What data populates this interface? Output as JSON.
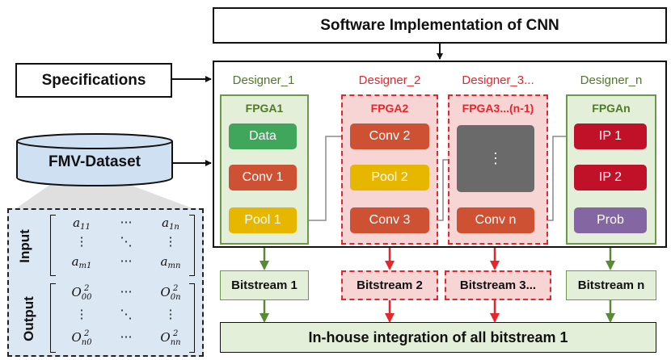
{
  "title": "Software Implementation of CNN",
  "specifications": "Specifications",
  "dataset": "FMV-Dataset",
  "designers": [
    "Designer_1",
    "Designer_2",
    "Designer_3...",
    "Designer_n"
  ],
  "fpgas": [
    {
      "title": "FPGA1",
      "blocks": [
        "Data",
        "Conv 1",
        "Pool 1"
      ]
    },
    {
      "title": "FPGA2",
      "blocks": [
        "Conv 2",
        "Pool 2",
        "Conv 3"
      ]
    },
    {
      "title": "FPGA3...(n-1)",
      "blocks": [
        "⋮",
        "Conv n"
      ]
    },
    {
      "title": "FPGAn",
      "blocks": [
        "IP 1",
        "IP 2",
        "Prob"
      ]
    }
  ],
  "bitstreams": [
    "Bitstream 1",
    "Bitstream 2",
    "Bitstream 3...",
    "Bitstream n"
  ],
  "integration": "In-house integration of all bitstream 1",
  "legend": {
    "input_label": "Input",
    "output_label": "Output",
    "input_matrix": [
      "a11",
      "⋯",
      "a1n",
      "⋮",
      "⋱",
      "⋮",
      "am1",
      "⋯",
      "amn"
    ],
    "output_matrix": [
      "O00^2",
      "⋯",
      "O0n^2",
      "⋮",
      "⋱",
      "⋮",
      "On0^2",
      "⋯",
      "Onn^2"
    ]
  },
  "colors": {
    "green_accent": "#6a9a45",
    "red_accent": "#e8252b",
    "dataset_blue": "#cfe0f2"
  }
}
